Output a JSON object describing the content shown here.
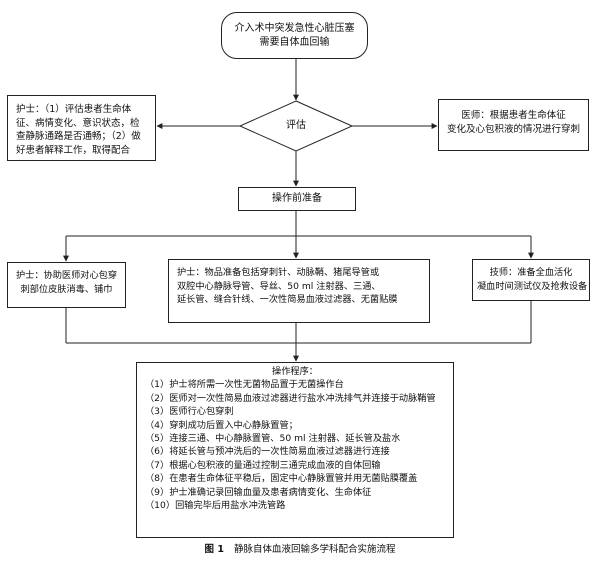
{
  "nodes": {
    "start": {
      "lines": [
        "介入术中突发急性心脏压塞",
        "需要自体血回输"
      ]
    },
    "assess": {
      "label": "评估"
    },
    "nurse_assess": {
      "text": "护士：（1）评估患者生命体征、病情变化、意识状态，检查静脉通路是否通畅；（2）做好患者解释工作，取得配合"
    },
    "doctor_assess": {
      "lines": [
        "医师：根据患者生命体征",
        "变化及心包积液的情况进行穿刺"
      ]
    },
    "prep": {
      "label": "操作前准备"
    },
    "nurse_disinfect": {
      "lines": [
        "护士：协助医师对心包穿",
        "刺部位皮肤消毒、铺巾"
      ]
    },
    "nurse_supplies": {
      "lines": [
        "护士：物品准备包括穿刺针、动脉鞘、猪尾导管或",
        "双腔中心静脉导管、导丝、50 ml 注射器、三通、",
        "延长管、缝合针线、一次性简易血液过滤器、无菌贴膜"
      ]
    },
    "tech_prep": {
      "lines": [
        "技师：准备全血活化",
        "凝血时间测试仪及抢救设备"
      ]
    },
    "procedure": {
      "title": "操作程序：",
      "steps": [
        "（1）护士将所需一次性无菌物品置于无菌操作台",
        "（2）医师对一次性简易血液过滤器进行盐水冲洗排气并连接于动脉鞘管",
        "（3）医师行心包穿刺",
        "（4）穿刺成功后置入中心静脉置管；",
        "（5）连接三通、中心静脉置管、50 ml 注射器、延长管及盐水",
        "（6）将延长管与预冲洗后的一次性简易血液过滤器进行连接",
        "（7）根据心包积液的量通过控制三通完成血液的自体回输",
        "（8）在患者生命体征平稳后，固定中心静脉置管并用无菌贴膜覆盖",
        "（9）护士准确记录回输血量及患者病情变化、生命体征",
        "（10）回输完毕后用盐水冲洗管路"
      ]
    }
  },
  "caption": {
    "label": "图 1",
    "text": "静脉自体血液回输多学科配合实施流程"
  },
  "colors": {
    "stroke": "#222222",
    "background": "#ffffff",
    "text": "#111111"
  }
}
